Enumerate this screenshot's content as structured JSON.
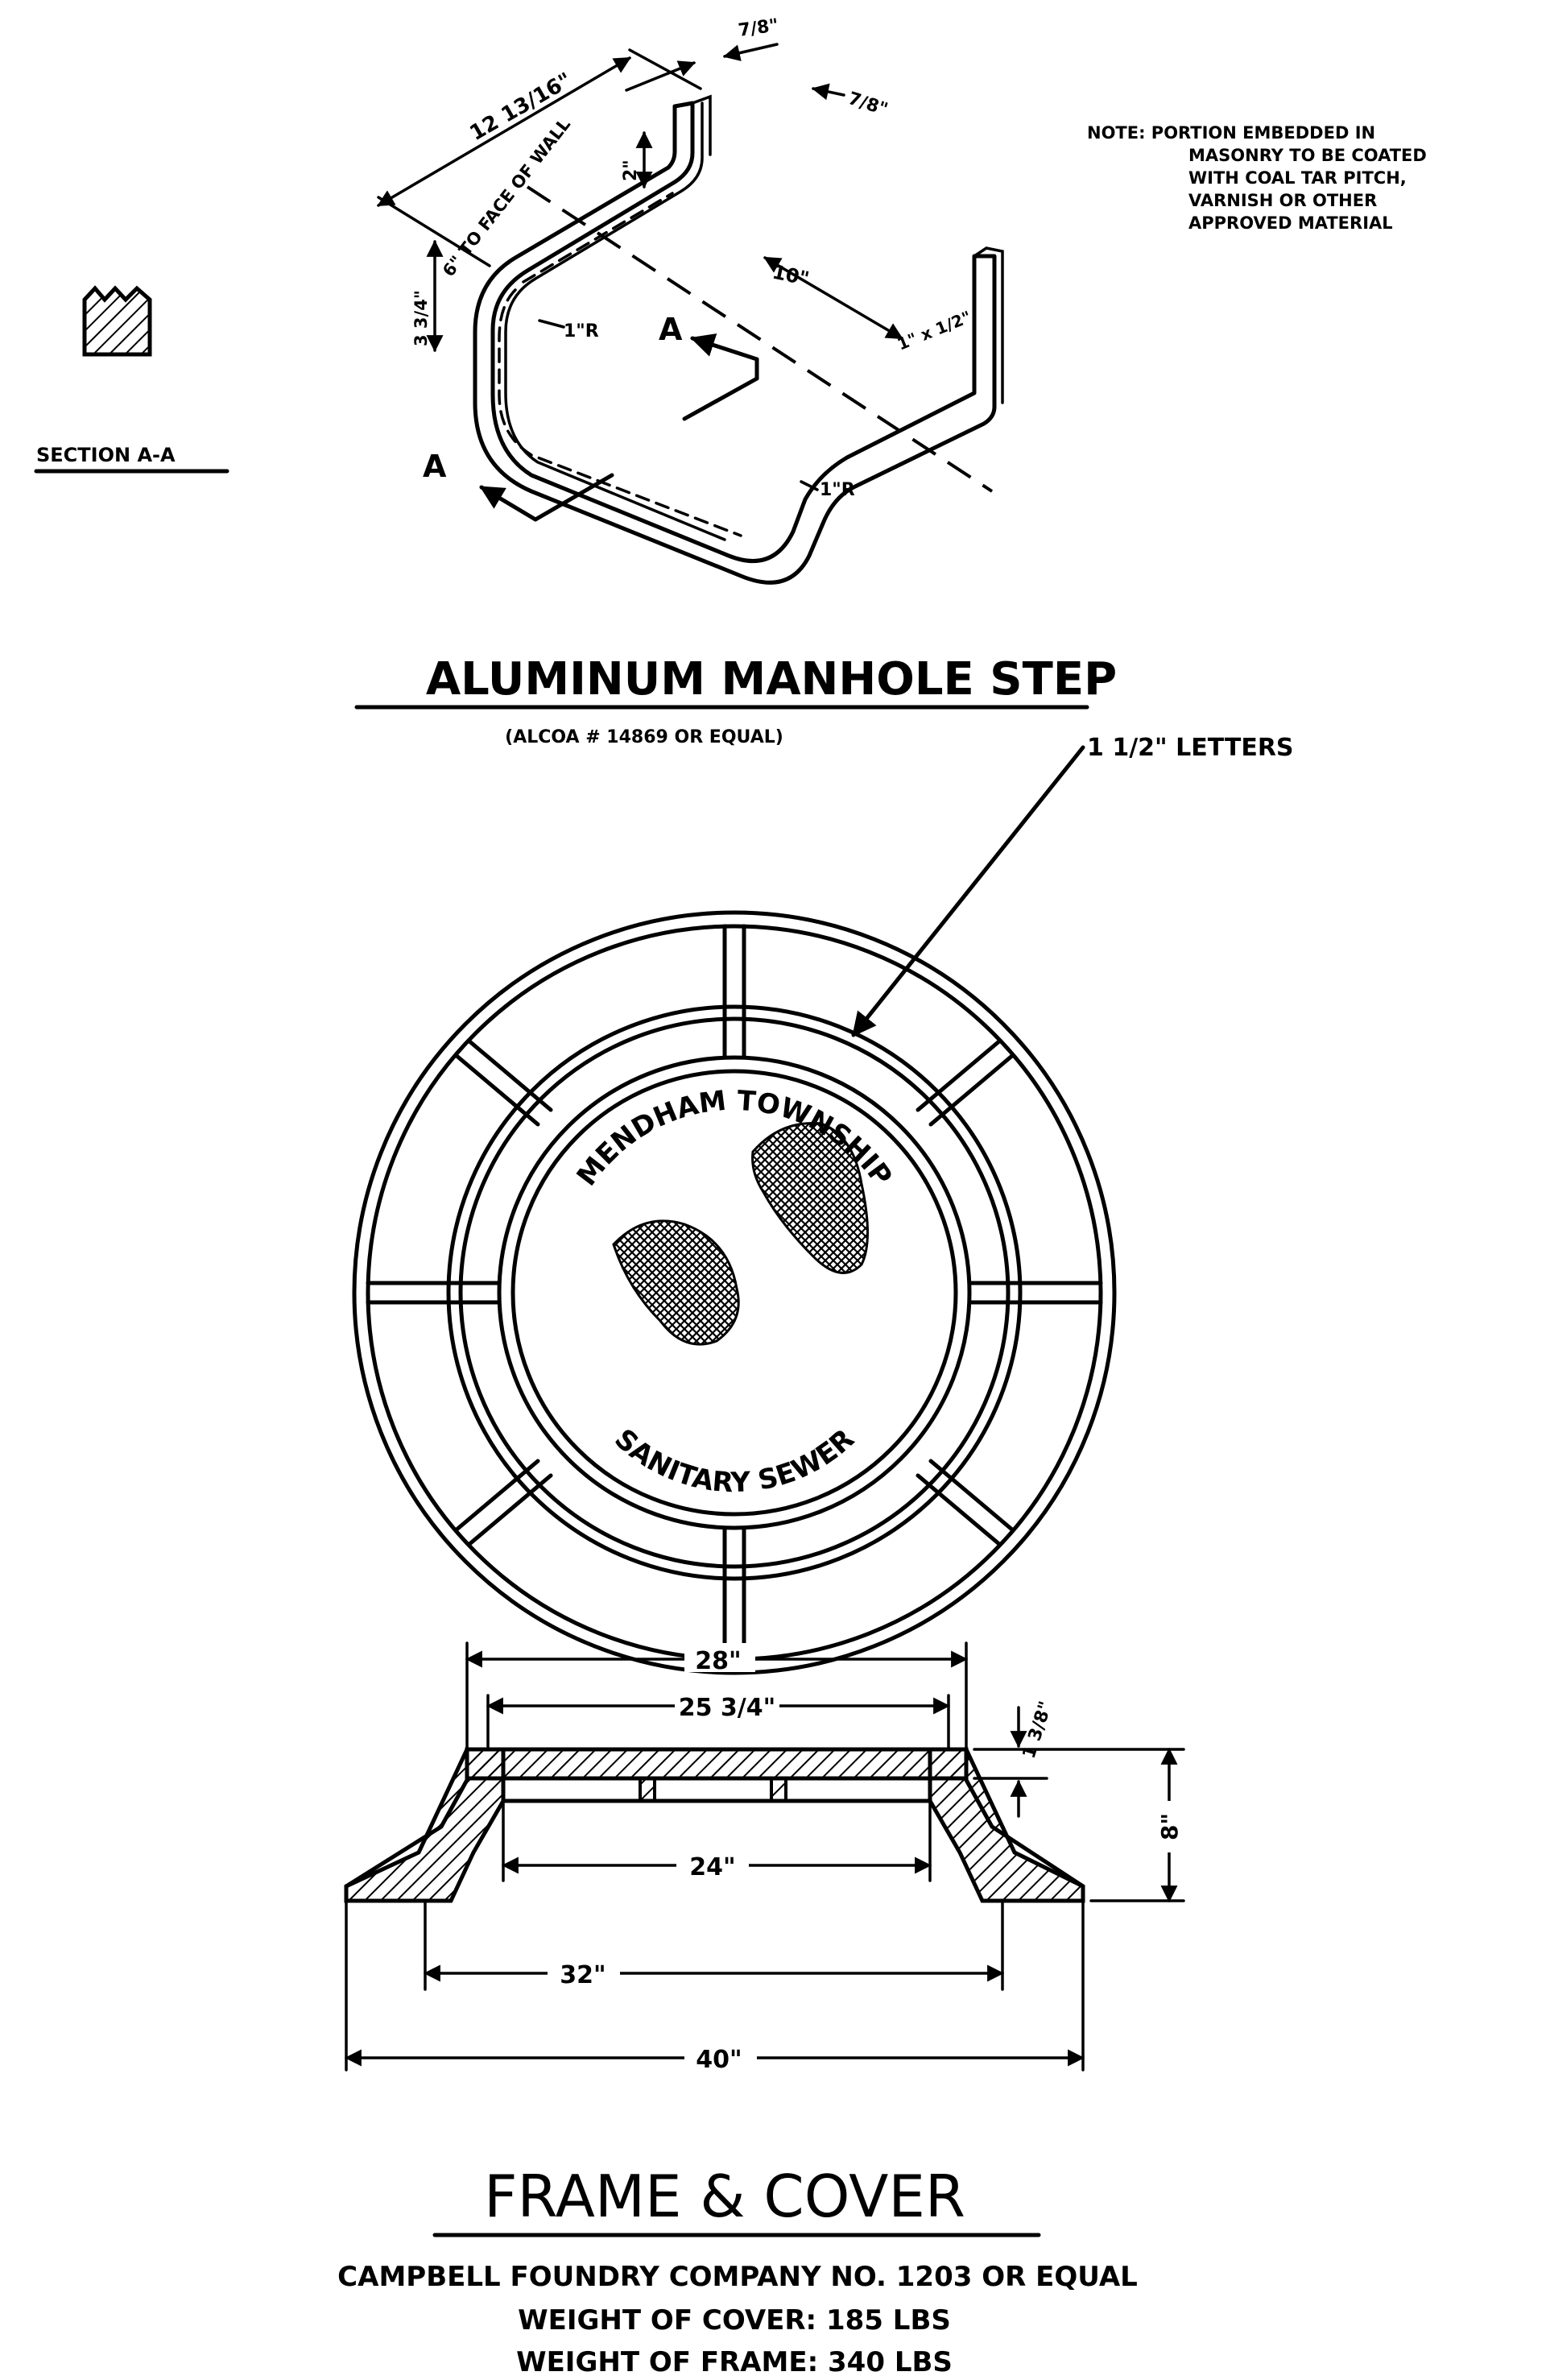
{
  "step": {
    "note_lines": [
      "NOTE: PORTION EMBEDDED IN",
      "MASONRY TO BE COATED",
      "WITH COAL TAR PITCH,",
      "VARNISH OR OTHER",
      "APPROVED MATERIAL"
    ],
    "section_label": "SECTION A-A",
    "section_mark_left": "A",
    "section_mark_center": "A",
    "dims": {
      "top_length": "12 13/16\"",
      "top_width": "7/8\"",
      "bar_thickness": "7/8\"",
      "rise": "2\"",
      "wall_offset": "6\" TO FACE OF WALL",
      "embed_depth": "3 3/4\"",
      "tread_length": "10\"",
      "tread_size": "1\" x 1/2\"",
      "inner_radius": "1\"R",
      "outer_radius": "1\"R"
    },
    "title": "ALUMINUM MANHOLE STEP",
    "subtitle": "(ALCOA # 14869 OR EQUAL)"
  },
  "cover": {
    "callout": "1 1/2\" LETTERS",
    "text_top": "MENDHAM TOWNSHIP",
    "text_bottom": "SANITARY SEWER"
  },
  "section": {
    "dims": {
      "d28": "28\"",
      "d25": "25 3/4\"",
      "d1_3_8": "1 3/8\"",
      "d8": "8\"",
      "d24": "24\"",
      "d32": "32\"",
      "d40": "40\""
    }
  },
  "footer": {
    "title": "FRAME & COVER",
    "line1": "CAMPBELL FOUNDRY COMPANY NO. 1203 OR EQUAL",
    "line2": "WEIGHT OF COVER: 185 LBS",
    "line3": "WEIGHT OF FRAME: 340 LBS"
  }
}
